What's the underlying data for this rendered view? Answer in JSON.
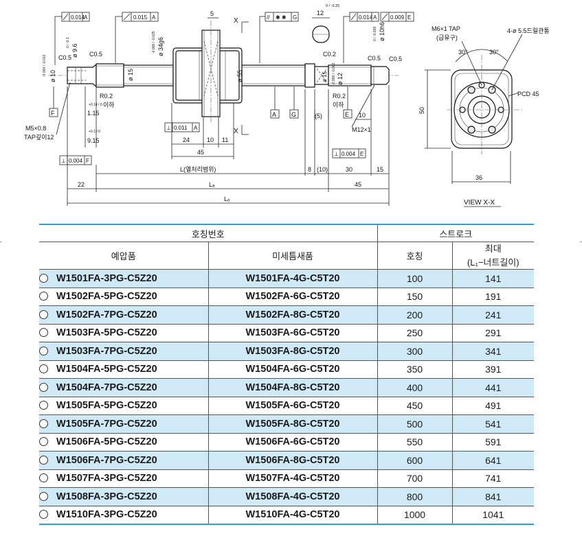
{
  "drawing": {
    "gtol": {
      "a": "0.014",
      "a_ref": "A",
      "b": "0.015",
      "b_ref": "A",
      "c_value": "✱ ✱",
      "c_ref": "G",
      "d": "0.014",
      "d_ref": "A",
      "e": "0.009",
      "e_ref": "E",
      "f": "0.011",
      "f_ref": "A",
      "g": "0.004",
      "g_ref": "F",
      "h": "0.004",
      "h_ref": "E"
    },
    "datums": [
      "F",
      "A",
      "G",
      "E"
    ],
    "labels": {
      "c05_left": "C0.5",
      "c05_mid": "C0.5",
      "c02": "C0.2",
      "c05_right": "C0.5",
      "c05_far": "C0.5",
      "dia10": "ø 10",
      "tol10": "-0.004 / -0.012",
      "dia96": "ø 9.6",
      "tol96": "0 / -0.1",
      "dia15": "ø 15",
      "dia34": "ø 34g6",
      "tol34": "-0.009 / -0.025",
      "dia55": "ø 55",
      "dia15b": "ø 15",
      "dia12": "ø 12",
      "tol12": "-0.009 / -0.002",
      "dia10h6": "ø 10h6",
      "tol10h6": "0 / -0.009",
      "r02a": "R0.2",
      "ihaa": "이하",
      "r02b": "R0.2",
      "ihab": "이하",
      "d115": "1.15",
      "tol115": "+0.14 / 0",
      "d915": "9.15",
      "tol915": "+0.1 / 0",
      "m5": "M5×0.8",
      "tap12": "TAP깊이12",
      "m12": "M12×1",
      "d5": "5",
      "d12": "12",
      "tol12top": "0 / -0.25",
      "sec_x": "X",
      "d24": "24",
      "d10a": "10",
      "d11": "11",
      "d45": "45",
      "p5": "(5)",
      "d10b": "10",
      "lrange": "L(열처리범위)",
      "d8": "8",
      "p10": "(10)",
      "d30": "30",
      "d15": "15",
      "d22": "22",
      "la": "Lₐ",
      "d45b": "45",
      "lo": "Lₒ"
    },
    "view": {
      "tap": "M6×1 TAP",
      "tap_sub": "(급유구)",
      "holes": "4-ø 5.5드릴관통",
      "ang1": "30°",
      "ang2": "30°",
      "pcd": "PCD 45",
      "h50": "50",
      "w36": "36",
      "title": "VIEW X-X"
    }
  },
  "table": {
    "headers": {
      "nominal": "호칭번호",
      "stroke": "스트로크",
      "preload": "예압품",
      "fine": "미세틈새품",
      "nominal_stroke": "호칭",
      "max": "최대",
      "max_sub": "(L₁−너트길이)"
    },
    "rows": [
      {
        "pre": "W1501FA-3PG-C5Z20",
        "fine": "W1501FA-4G-C5T20",
        "nominal": "100",
        "max": "141"
      },
      {
        "pre": "W1502FA-5PG-C5Z20",
        "fine": "W1502FA-6G-C5T20",
        "nominal": "150",
        "max": "191"
      },
      {
        "pre": "W1502FA-7PG-C5Z20",
        "fine": "W1502FA-8G-C5T20",
        "nominal": "200",
        "max": "241"
      },
      {
        "pre": "W1503FA-5PG-C5Z20",
        "fine": "W1503FA-6G-C5T20",
        "nominal": "250",
        "max": "291"
      },
      {
        "pre": "W1503FA-7PG-C5Z20",
        "fine": "W1503FA-8G-C5T20",
        "nominal": "300",
        "max": "341"
      },
      {
        "pre": "W1504FA-5PG-C5Z20",
        "fine": "W1504FA-6G-C5T20",
        "nominal": "350",
        "max": "391"
      },
      {
        "pre": "W1504FA-7PG-C5Z20",
        "fine": "W1504FA-8G-C5T20",
        "nominal": "400",
        "max": "441"
      },
      {
        "pre": "W1505FA-5PG-C5Z20",
        "fine": "W1505FA-6G-C5T20",
        "nominal": "450",
        "max": "491"
      },
      {
        "pre": "W1505FA-7PG-C5Z20",
        "fine": "W1505FA-8G-C5T20",
        "nominal": "500",
        "max": "541"
      },
      {
        "pre": "W1506FA-5PG-C5Z20",
        "fine": "W1506FA-6G-C5T20",
        "nominal": "550",
        "max": "591"
      },
      {
        "pre": "W1506FA-7PG-C5Z20",
        "fine": "W1506FA-8G-C5T20",
        "nominal": "600",
        "max": "641"
      },
      {
        "pre": "W1507FA-3PG-C5Z20",
        "fine": "W1507FA-4G-C5T20",
        "nominal": "700",
        "max": "741"
      },
      {
        "pre": "W1508FA-3PG-C5Z20",
        "fine": "W1508FA-4G-C5T20",
        "nominal": "800",
        "max": "841"
      },
      {
        "pre": "W1510FA-3PG-C5Z20",
        "fine": "W1510FA-4G-C5T20",
        "nominal": "1000",
        "max": "1041"
      }
    ],
    "row_shade_color": "#cfe9f7",
    "rule_color": "#29a3d6"
  }
}
